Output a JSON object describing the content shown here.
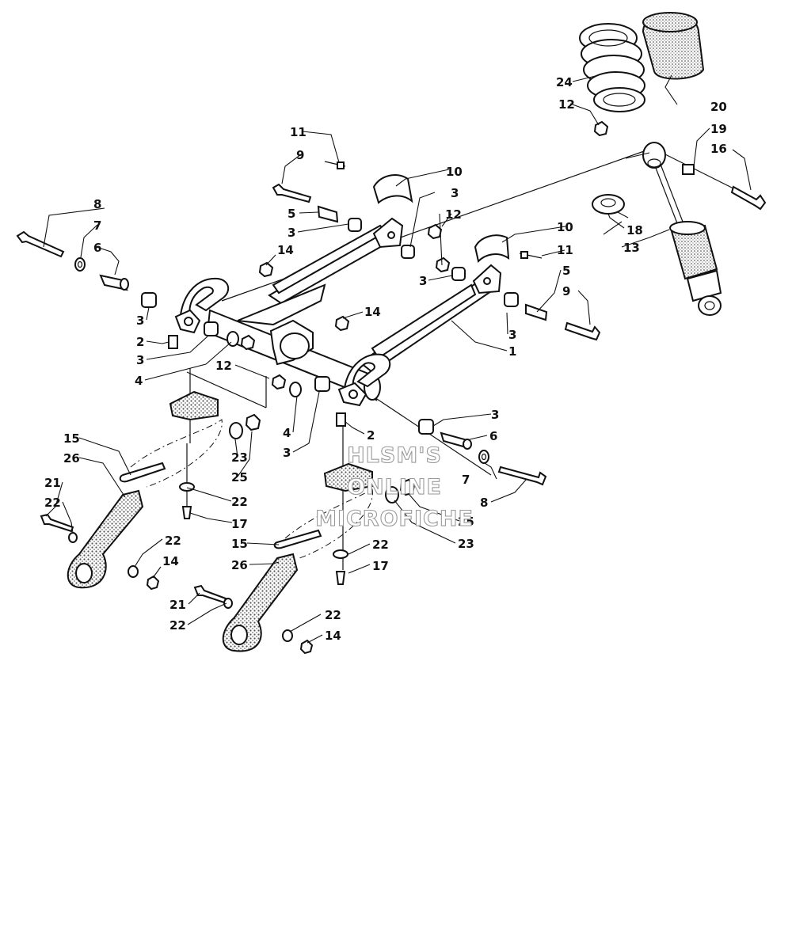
{
  "diagram": {
    "callouts": [
      {
        "n": "1"
      },
      {
        "n": "2"
      },
      {
        "n": "3"
      },
      {
        "n": "4"
      },
      {
        "n": "5"
      },
      {
        "n": "6"
      },
      {
        "n": "7"
      },
      {
        "n": "8"
      },
      {
        "n": "9"
      },
      {
        "n": "10"
      },
      {
        "n": "11"
      },
      {
        "n": "12"
      },
      {
        "n": "13"
      },
      {
        "n": "14"
      },
      {
        "n": "15"
      },
      {
        "n": "16"
      },
      {
        "n": "17"
      },
      {
        "n": "18"
      },
      {
        "n": "19"
      },
      {
        "n": "20"
      },
      {
        "n": "21"
      },
      {
        "n": "22"
      },
      {
        "n": "23"
      },
      {
        "n": "24"
      },
      {
        "n": "25"
      },
      {
        "n": "26"
      }
    ],
    "watermark": [
      "HLSM'S",
      "ONLINE",
      "MICROFICHE"
    ]
  }
}
